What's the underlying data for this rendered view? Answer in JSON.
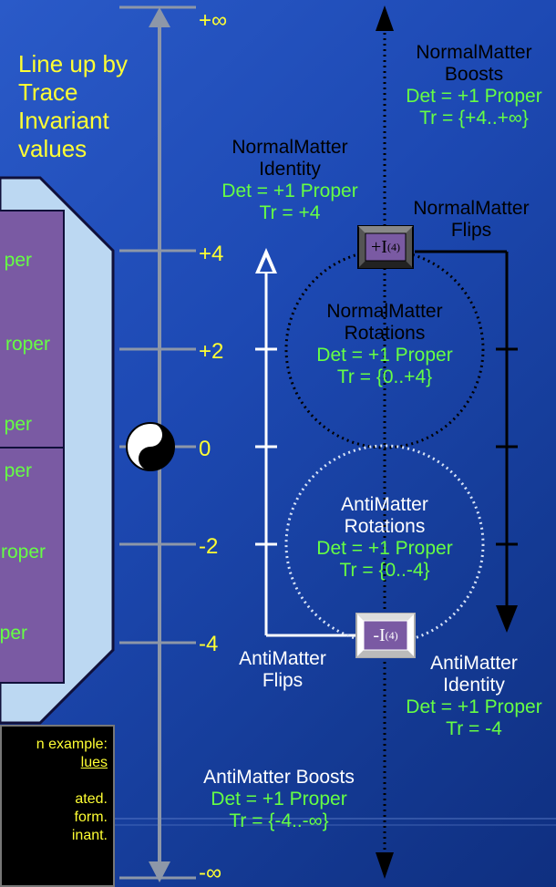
{
  "axis": {
    "top": "+∞",
    "p4": "+4",
    "p2": "+2",
    "zero": "0",
    "m2": "-2",
    "m4": "-4",
    "bottom": "-∞"
  },
  "title": [
    "Line up by",
    "Trace",
    "Invariant",
    "values"
  ],
  "left_panel": {
    "labels": [
      "per",
      "roper",
      "per",
      "per",
      "roper",
      "per"
    ]
  },
  "note": {
    "lines": [
      "n example:",
      "lues",
      "ated.",
      "form.",
      "inant."
    ]
  },
  "normal": {
    "boosts": {
      "title": [
        "NormalMatter",
        "Boosts"
      ],
      "det": "Det = +1 Proper",
      "tr": "Tr = {+4..+∞}"
    },
    "identity": {
      "title": [
        "NormalMatter",
        "Identity"
      ],
      "det": "Det = +1 Proper",
      "tr": "Tr = +4"
    },
    "flips": {
      "title": [
        "NormalMatter",
        "Flips"
      ]
    },
    "rotations": {
      "title": [
        "NormalMatter",
        "Rotations"
      ],
      "det": "Det = +1 Proper",
      "tr": "Tr = {0..+4}"
    },
    "matrix": "+I",
    "matrix_sub": "(4)"
  },
  "anti": {
    "rotations": {
      "title": [
        "AntiMatter",
        "Rotations"
      ],
      "det": "Det = +1 Proper",
      "tr": "Tr = {0..-4}"
    },
    "flips": {
      "title": [
        "AntiMatter",
        "Flips"
      ]
    },
    "identity": {
      "title": [
        "AntiMatter",
        "Identity"
      ],
      "det": "Det = +1 Proper",
      "tr": "Tr = -4"
    },
    "boosts": {
      "title": [
        "AntiMatter Boosts"
      ],
      "det": "Det = +1  Proper",
      "tr": "Tr = {-4..-∞}"
    },
    "matrix": "-I",
    "matrix_sub": "(4)"
  },
  "colors": {
    "green": "#66ff44",
    "yellow": "#ffff33",
    "purple": "#7a5aa3",
    "background": "#1d49b3"
  },
  "icons": [
    "yin-yang-icon"
  ]
}
